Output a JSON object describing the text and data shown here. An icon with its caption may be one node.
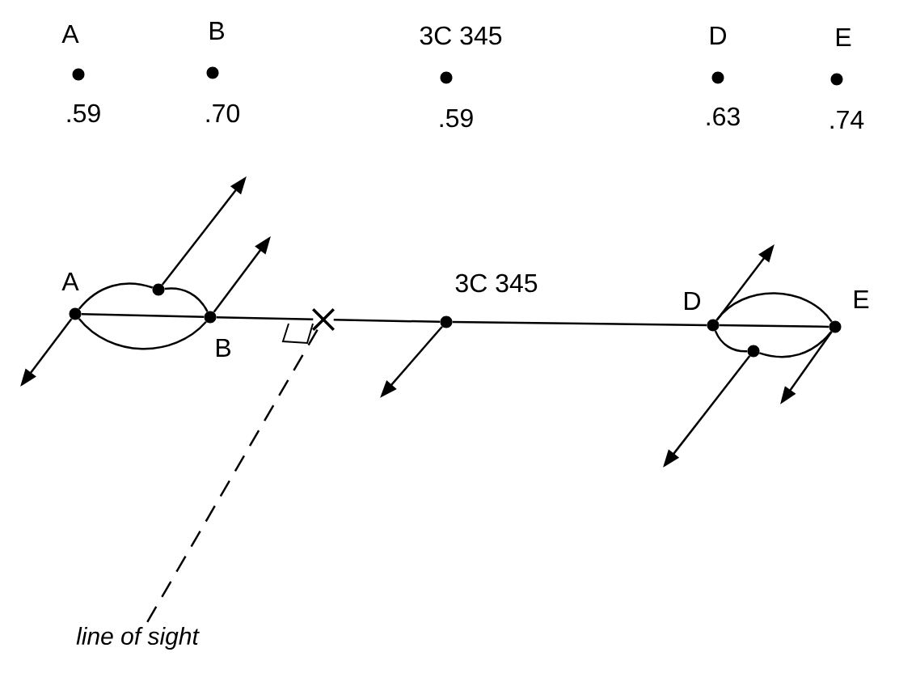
{
  "diagram": {
    "nodes": [
      {
        "text": [],
        "shape": "circle",
        "beside": [
          "A",
          ".59"
        ]
      },
      {
        "text": [],
        "shape": "circle",
        "beside": [
          "B",
          ".70"
        ]
      },
      {
        "text": [],
        "shape": "circle",
        "beside": [
          "3C 345",
          ".59"
        ]
      },
      {
        "text": [],
        "shape": "circle",
        "beside": [
          "D",
          ".63"
        ]
      },
      {
        "text": [],
        "shape": "circle",
        "beside": [
          "E",
          ".74"
        ]
      },
      {
        "text": [],
        "shape": "circle",
        "beside": [
          "A"
        ]
      },
      {
        "text": [],
        "shape": "circle"
      },
      {
        "text": [],
        "shape": "circle",
        "beside": [
          "B"
        ]
      },
      {
        "text": [],
        "shape": "cross"
      },
      {
        "text": [],
        "shape": "circle",
        "beside": [
          "3C 345"
        ]
      },
      {
        "text": [],
        "shape": "circle",
        "beside": [
          "D"
        ]
      },
      {
        "text": [],
        "shape": "circle"
      },
      {
        "text": [],
        "shape": "circle",
        "beside": [
          "E"
        ]
      },
      {
        "text": [
          "line of sight"
        ]
      }
    ],
    "edges": [
      {
        "from": 5,
        "to": 7,
        "arrow": "none"
      },
      {
        "from": 5,
        "to": 6,
        "arrow": "none"
      },
      {
        "from": 6,
        "to": 7,
        "arrow": "none"
      },
      {
        "from": 5,
        "to": 7,
        "arrow": "none"
      },
      {
        "from": 7,
        "to": 8,
        "arrow": "none"
      },
      {
        "from": 8,
        "to": 9,
        "arrow": "none"
      },
      {
        "from": 9,
        "to": 10,
        "arrow": "none"
      },
      {
        "from": 10,
        "to": 12,
        "arrow": "none"
      },
      {
        "from": 10,
        "to": 12,
        "arrow": "none"
      },
      {
        "from": 10,
        "to": 11,
        "arrow": "none"
      },
      {
        "from": 11,
        "to": 12,
        "arrow": "none"
      },
      {
        "from": 8,
        "to": 13,
        "arrow": "none",
        "style": "dashed"
      },
      {
        "from": 5,
        "to": null,
        "arrow": "to"
      },
      {
        "from": 6,
        "to": null,
        "arrow": "to"
      },
      {
        "from": 7,
        "to": null,
        "arrow": "to"
      },
      {
        "from": 9,
        "to": null,
        "arrow": "to"
      },
      {
        "from": 10,
        "to": null,
        "arrow": "to"
      },
      {
        "from": 11,
        "to": null,
        "arrow": "to"
      },
      {
        "from": 12,
        "to": null,
        "arrow": "to"
      }
    ]
  }
}
